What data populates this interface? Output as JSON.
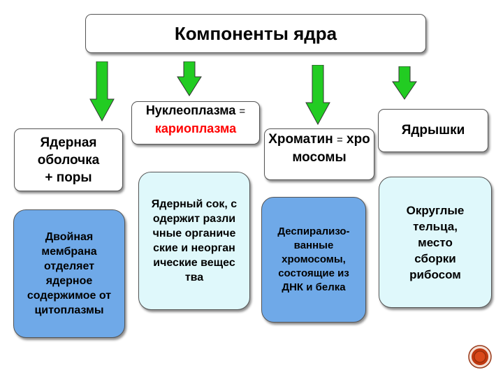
{
  "title": "Компоненты  ядра",
  "components": [
    {
      "name": "Ядерная оболочка",
      "extra": "+ поры",
      "description": "Двойная мембрана отделяет ядерное содержимое от цитоплазмы"
    },
    {
      "name": "Нуклеоплазма",
      "equals": "=",
      "synonym": "кариоплазма",
      "description": "Ядерный сок, содержит различные органические и неорганические вещества"
    },
    {
      "name": "Хроматин",
      "equals": "=",
      "synonym": "хромосомы",
      "description": "Деспирализо-ванные хромосомы, состоящие из ДНК и белка"
    },
    {
      "name": "Ядрышки",
      "description": "Округлые тельца, место сборки рибосом"
    }
  ],
  "colors": {
    "arrow": "#22cc22",
    "dark_desc": "#6fa9e8",
    "light_desc": "#dff8fb",
    "synonym_red": "#ff0000",
    "nav_button": "#c0380f"
  },
  "nav_icon": "next-slide-icon"
}
